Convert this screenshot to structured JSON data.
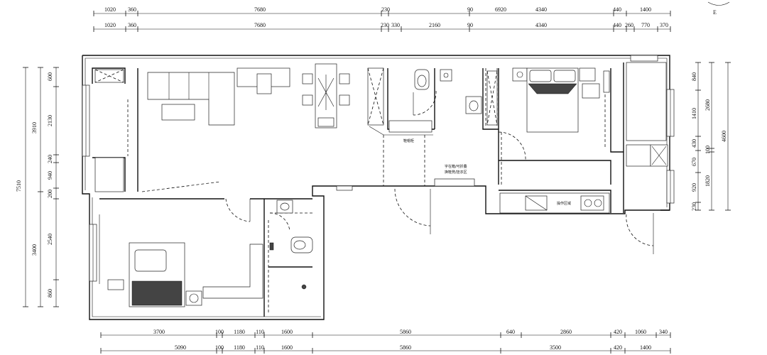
{
  "top_dims_row1": [
    "1020",
    "360",
    "7680",
    "230",
    "90",
    "6920",
    "4340",
    "440",
    "1400"
  ],
  "top_dims_row2": [
    "1020",
    "360",
    "7680",
    "230",
    "330",
    "2160",
    "90",
    "4340",
    "440",
    "260",
    "770",
    "370"
  ],
  "bottom_dims_row1": [
    "3700",
    "100",
    "1180",
    "110",
    "1600",
    "5860",
    "640",
    "2860",
    "420",
    "1060",
    "340"
  ],
  "bottom_dims_row2": [
    "5090",
    "100",
    "1180",
    "110",
    "1600",
    "5860",
    "3500",
    "420",
    "1400"
  ],
  "left_dims_inner": [
    "600",
    "2130",
    "240",
    "940",
    "200",
    "2540",
    "860"
  ],
  "left_dims_mid": [
    "3910",
    "3400"
  ],
  "left_dims_outer": [
    "7510"
  ],
  "right_dims_inner": [
    "840",
    "1410",
    "430",
    "670",
    "920",
    "230"
  ],
  "right_dims_mid": [
    "2680",
    "100",
    "1820"
  ],
  "right_dims_outer": [
    "4600"
  ],
  "room_labels": {
    "storage": "鞋帽柜",
    "hall_line1": "字在箱/可折叠",
    "hall_line2": "换鞋凳/挂衣区",
    "kitchen": "操作区域"
  },
  "north_marker": "E"
}
